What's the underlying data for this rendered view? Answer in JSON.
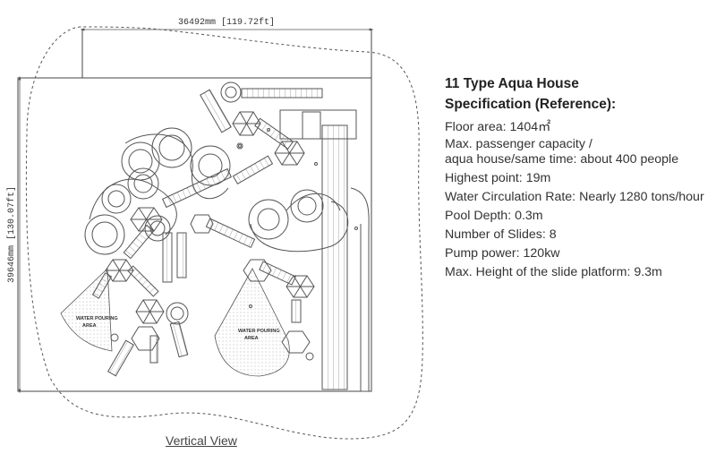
{
  "drawing": {
    "width_dimension": "36492mm [119.72ft]",
    "height_dimension": "39646mm [130.07ft]",
    "area_labels": [
      {
        "line1": "WATER POURING",
        "line2": "AREA"
      },
      {
        "line1": "WATER POURING",
        "line2": "AREA"
      }
    ],
    "caption": "Vertical View"
  },
  "spec": {
    "title_line1": "11 Type Aqua House",
    "title_line2": "Specification (Reference):",
    "items": [
      "Floor area: 1404㎡",
      "Max. passenger capacity /",
      "aqua house/same time: about 400 people",
      "Highest point: 19m",
      "Water Circulation Rate: Nearly 1280 tons/hour",
      "Pool Depth: 0.3m",
      "Number of Slides: 8",
      "Pump power: 120kw",
      "Max. Height of the slide platform: 9.3m"
    ]
  }
}
